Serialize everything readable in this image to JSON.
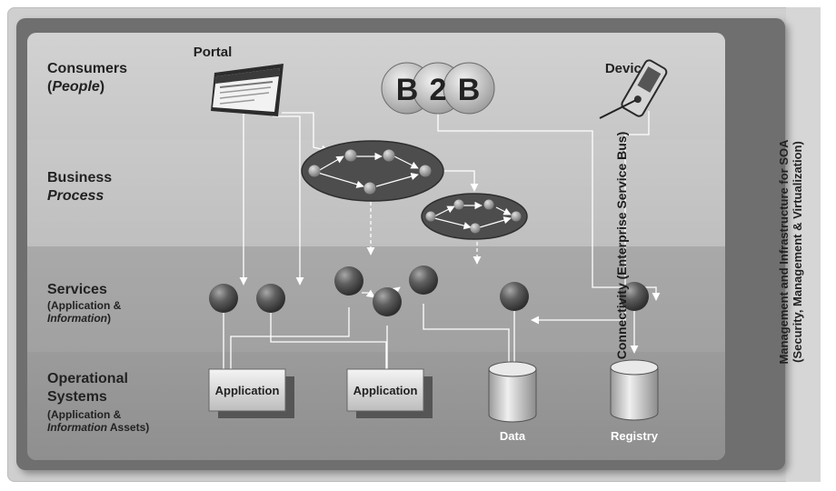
{
  "consumers": {
    "title": "Consumers",
    "sub_open": "(",
    "sub": "People",
    "sub_close": ")"
  },
  "business": {
    "title": "Business",
    "sub": "Process"
  },
  "services": {
    "title": "Services",
    "sub1": "(Application &",
    "sub2": "Information",
    "sub2_after": ")"
  },
  "operational": {
    "title1": "Operational",
    "title2": "Systems",
    "sub1": "(Application &",
    "sub2": "Information",
    "sub2_after": " Assets)"
  },
  "portal_label": "Portal",
  "device_label": "Device",
  "b2b": {
    "b1": "B",
    "two": "2",
    "b2": "B"
  },
  "application_labels": [
    "Application",
    "Application"
  ],
  "data_label": "Data",
  "registry_label": "Registry",
  "connectivity_label": "Connectivity (Enterprise Service Bus)",
  "management_line1": "Management and Infrastructure for SOA",
  "management_line2": "(Security, Management & Virtualization)",
  "colors": {
    "band_dark": "#6f6f6f",
    "node": "#5c5c5c",
    "process_oval": "#4d4d4d",
    "arrow": "#ffffff"
  }
}
